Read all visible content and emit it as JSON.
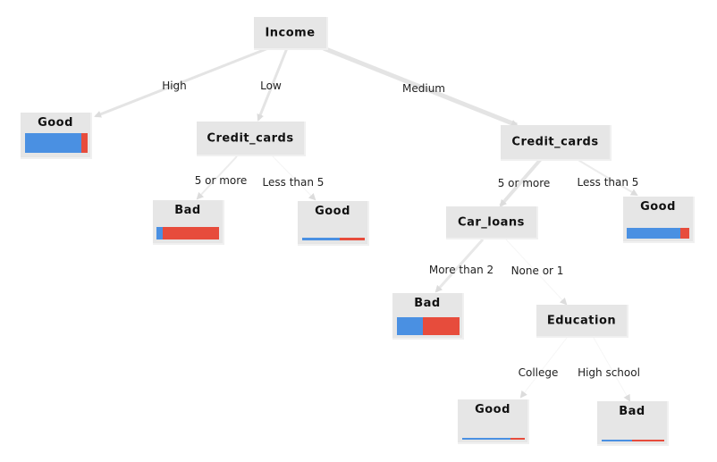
{
  "nodes": {
    "income": {
      "label": "Income"
    },
    "credit_low": {
      "label": "Credit_cards"
    },
    "credit_medium": {
      "label": "Credit_cards"
    },
    "car_loans": {
      "label": "Car_loans"
    },
    "education": {
      "label": "Education"
    },
    "leaf_high": {
      "label": "Good",
      "bad_fraction": 0.1,
      "support": 1.0
    },
    "leaf_low_5more": {
      "label": "Bad",
      "bad_fraction": 0.9,
      "support": 0.6
    },
    "leaf_low_less5": {
      "label": "Good",
      "bad_fraction": 0.4,
      "support": 0.2
    },
    "leaf_med_less5": {
      "label": "Good",
      "bad_fraction": 0.15,
      "support": 0.55
    },
    "leaf_car_more2": {
      "label": "Bad",
      "bad_fraction": 0.58,
      "support": 1.0
    },
    "leaf_college": {
      "label": "Good",
      "bad_fraction": 0.23,
      "support": 0.15
    },
    "leaf_highschool": {
      "label": "Bad",
      "bad_fraction": 0.52,
      "support": 0.15
    }
  },
  "edges": {
    "income_high": "High",
    "income_low": "Low",
    "income_medium": "Medium",
    "credit_low_5more": "5 or more",
    "credit_low_less5": "Less than 5",
    "credit_medium_5more": "5 or more",
    "credit_medium_less5": "Less than 5",
    "car_more2": "More than 2",
    "car_none1": "None or 1",
    "edu_college": "College",
    "edu_highschool": "High school"
  },
  "colors": {
    "blue": "#4a90e2",
    "red": "#e74c3c",
    "node_bg": "#e6e6e6",
    "edge": "#e4e4e4"
  }
}
